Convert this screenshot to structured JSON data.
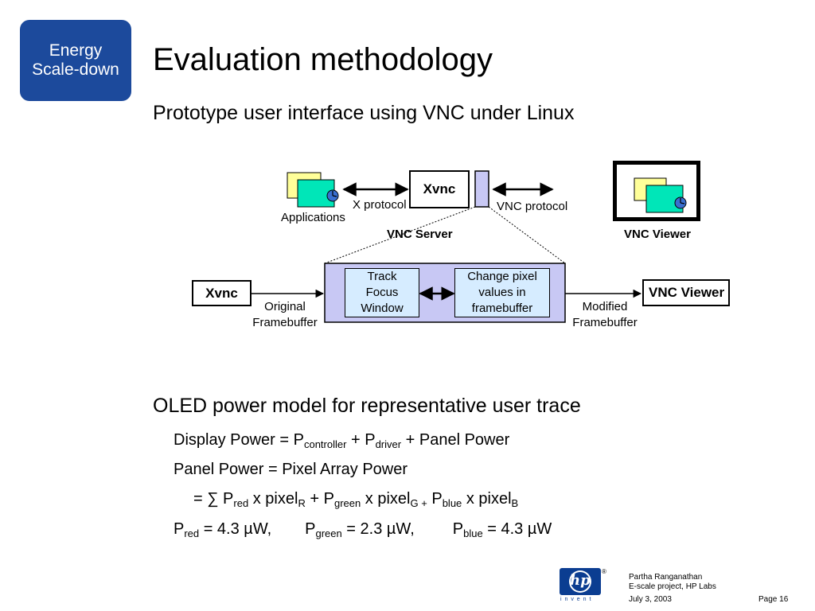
{
  "badge": {
    "line1": "Energy",
    "line2": "Scale-down"
  },
  "title": "Evaluation methodology",
  "section1": {
    "heading": "Prototype user interface using VNC under Linux"
  },
  "diagram": {
    "applications_label": "Applications",
    "x_protocol_label": "X protocol",
    "xvnc_top_label": "Xvnc",
    "vnc_protocol_label": "VNC protocol",
    "vnc_server_label": "VNC Server",
    "vnc_viewer_top_label": "VNC Viewer",
    "xvnc_left_label": "Xvnc",
    "original_fb_line1": "Original",
    "original_fb_line2": "Framebuffer",
    "track_line1": "Track",
    "track_line2": "Focus",
    "track_line3": "Window",
    "change_line1": "Change pixel",
    "change_line2": "values in",
    "change_line3": "framebuffer",
    "modified_fb_line1": "Modified",
    "modified_fb_line2": "Framebuffer",
    "vnc_viewer_right_label": "VNC Viewer",
    "colors": {
      "window_back": "#ffff99",
      "window_front": "#00e6b8",
      "clock": "#3a6fd0",
      "module": "#c8c8f4",
      "inner_box": "#d6ecff"
    }
  },
  "section2": {
    "heading": "OLED power model for representative user trace",
    "eq1": {
      "a": "Display Power = P",
      "s1": "controller",
      "b": " + P",
      "s2": "driver",
      "c": " + Panel Power"
    },
    "eq2": "Panel Power = Pixel Array Power",
    "eq3": {
      "a": "= ∑ P",
      "s1": "red",
      "b": " x pixel",
      "s2": "R",
      "c": " + P",
      "s3": "green",
      "d": " x pixel",
      "s4": "G +",
      "e": " P",
      "s5": "blue",
      "f": " x pixel",
      "s6": "B"
    },
    "eq4": {
      "a": "P",
      "s1": "red",
      "b": " = 4.3 µW,",
      "c": "P",
      "s2": "green",
      "d": " = 2.3 µW,",
      "e": "P",
      "s3": "blue",
      "f": " = 4.3 µW"
    }
  },
  "footer": {
    "logo_text": "hp",
    "invent_text": "i n v e n t",
    "registered": "®",
    "author": "Partha Ranganathan",
    "project": "E-scale project, HP Labs",
    "date": "July 3, 2003",
    "page": "Page 16"
  }
}
